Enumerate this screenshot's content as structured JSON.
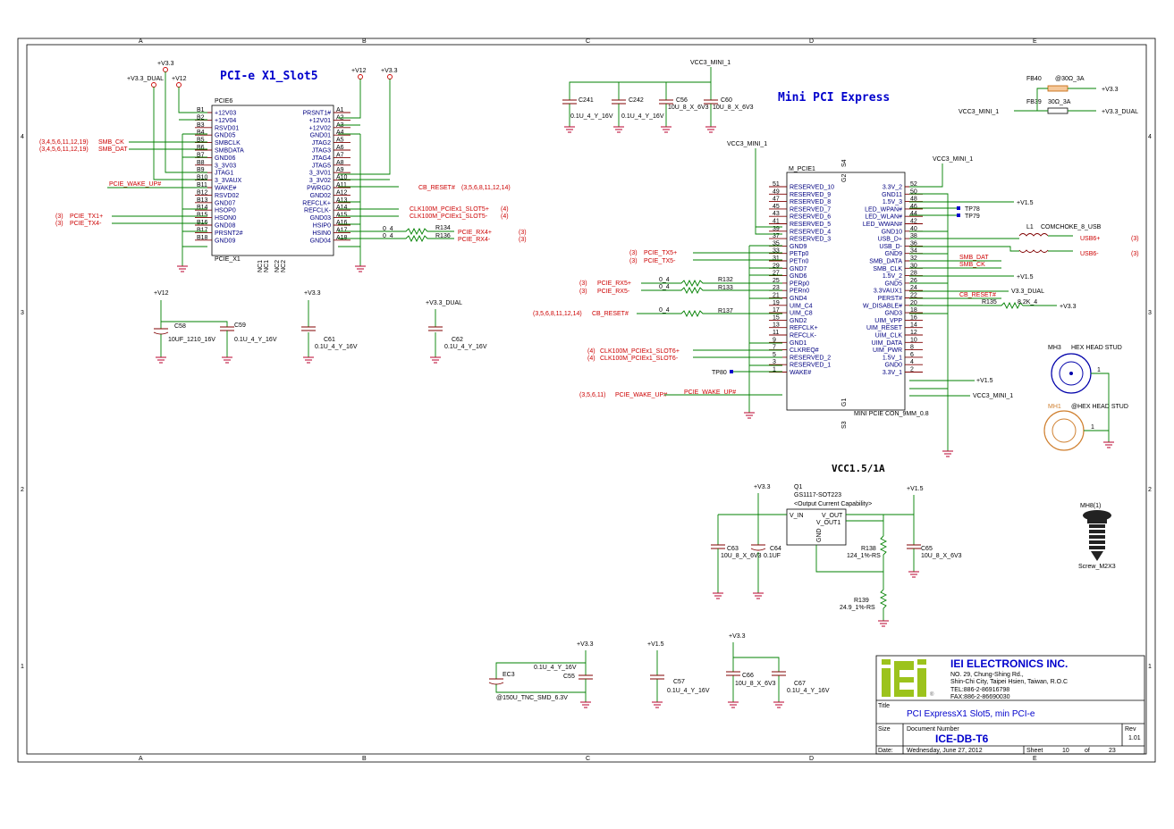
{
  "sections": {
    "pcie_x1_title": "PCI-e X1_Slot5",
    "mini_pcie_title": "Mini PCI Express",
    "vcc_title": "VCC1.5/1A"
  },
  "grid": {
    "columns": [
      "A",
      "B",
      "C",
      "D",
      "E"
    ],
    "rows": [
      "4",
      "3",
      "2",
      "1"
    ]
  },
  "power": {
    "v33": "+V3.3",
    "v12": "+V12",
    "v33_dual": "+V3.3_DUAL",
    "v15": "+V1.5",
    "vcc3_mini": "VCC3_MINI_1",
    "v33_dual_net": "V3.3_DUAL",
    "v15_net": "V1.5"
  },
  "pcie_slot": {
    "ref": "PCIE6",
    "part": "PCIE_X1",
    "left_pins": [
      {
        "num": "B1",
        "name": "+12V03"
      },
      {
        "num": "B2",
        "name": "+12V04"
      },
      {
        "num": "B3",
        "name": "RSVD01"
      },
      {
        "num": "B4",
        "name": "GND05"
      },
      {
        "num": "B5",
        "name": "SMBCLK"
      },
      {
        "num": "B6",
        "name": "SMBDATA"
      },
      {
        "num": "B7",
        "name": "GND06"
      },
      {
        "num": "B8",
        "name": "3_3V03"
      },
      {
        "num": "B9",
        "name": "JTAG1"
      },
      {
        "num": "B10",
        "name": "3_3VAUX"
      },
      {
        "num": "B11",
        "name": "WAKE#"
      },
      {
        "num": "B12",
        "name": "RSVD02"
      },
      {
        "num": "B13",
        "name": "GND07"
      },
      {
        "num": "B14",
        "name": "HSOP0"
      },
      {
        "num": "B15",
        "name": "HSON0"
      },
      {
        "num": "B16",
        "name": "GND08"
      },
      {
        "num": "B17",
        "name": "PRSNT2#"
      },
      {
        "num": "B18",
        "name": "GND09"
      }
    ],
    "right_pins": [
      {
        "num": "A1",
        "name": "PRSNT1#"
      },
      {
        "num": "A2",
        "name": "+12V01"
      },
      {
        "num": "A3",
        "name": "+12V02"
      },
      {
        "num": "A4",
        "name": "GND01"
      },
      {
        "num": "A5",
        "name": "JTAG2"
      },
      {
        "num": "A6",
        "name": "JTAG3"
      },
      {
        "num": "A7",
        "name": "JTAG4"
      },
      {
        "num": "A8",
        "name": "JTAG5"
      },
      {
        "num": "A9",
        "name": "3_3V01"
      },
      {
        "num": "A10",
        "name": "3_3V02"
      },
      {
        "num": "A11",
        "name": "PWRGD"
      },
      {
        "num": "A12",
        "name": "GND02"
      },
      {
        "num": "A13",
        "name": "REFCLK+"
      },
      {
        "num": "A14",
        "name": "REFCLK-"
      },
      {
        "num": "A15",
        "name": "GND03"
      },
      {
        "num": "A16",
        "name": "HSIP0"
      },
      {
        "num": "A17",
        "name": "HSIN0"
      },
      {
        "num": "A18",
        "name": "GND04"
      }
    ],
    "nc_pins": [
      "NC1",
      "NC1",
      "NC2",
      "NC2"
    ],
    "nets": {
      "smb_ck": "SMB_CK",
      "smb_dat": "SMB_DAT",
      "smb_refs": "(3,4,5,6,11,12,19)",
      "wake": "PCIE_WAKE_UP#",
      "tx1p": "PCIE_TX1+",
      "tx1n": "PCIE_TX4-",
      "tx_ref": "(3)",
      "cb_reset": "CB_RESET#",
      "cb_reset_refs": "(3,5,6,8,11,12,14)",
      "clk_p": "CLK100M_PCIEx1_SLOT5+",
      "clk_n": "CLK100M_PCIEx1_SLOT5-",
      "clk_ref": "(4)",
      "rx_p": "PCIE_RX4+",
      "rx_n": "PCIE_RX4-",
      "rx_ref": "(3)",
      "r134": "R134",
      "r136": "R136",
      "r_val": "0_4"
    }
  },
  "caps_top_left": [
    {
      "ref": "C58",
      "value": "10UF_1210_16V"
    },
    {
      "ref": "C59",
      "value": "0.1U_4_Y_16V"
    },
    {
      "ref": "C61",
      "value": "0.1U_4_Y_16V"
    },
    {
      "ref": "C62",
      "value": "0.1U_4_Y_16V"
    }
  ],
  "caps_top_mid": [
    {
      "ref": "C241",
      "value": "0.1U_4_Y_16V"
    },
    {
      "ref": "C242",
      "value": "0.1U_4_Y_16V"
    },
    {
      "ref": "C56",
      "value": "10U_8_X_6V3"
    },
    {
      "ref": "C60",
      "value": "10U_8_X_6V3"
    }
  ],
  "ferrite": {
    "fb40": "FB40",
    "fb39": "FB39",
    "fb_val1": "@30Ω_3A",
    "fb_val2": "30Ω_3A",
    "out1": "+V3.3",
    "out2": "+V3.3_DUAL",
    "in": "VCC3_MINI_1"
  },
  "mini_pcie": {
    "ref": "M_PCIE1",
    "part": "MINI PCIE CON_9MM_0.8",
    "g_pins": [
      "G2",
      "G1",
      "S4",
      "S3"
    ],
    "left_pins": [
      {
        "num": "51",
        "name": "RESERVED_10"
      },
      {
        "num": "49",
        "name": "RESERVED_9"
      },
      {
        "num": "47",
        "name": "RESERVED_8"
      },
      {
        "num": "45",
        "name": "RESERVED_7"
      },
      {
        "num": "43",
        "name": "RESERVED_6"
      },
      {
        "num": "41",
        "name": "RESERVED_5"
      },
      {
        "num": "39",
        "name": "RESERVED_4"
      },
      {
        "num": "37",
        "name": "RESERVED_3"
      },
      {
        "num": "35",
        "name": "GND9"
      },
      {
        "num": "33",
        "name": "PETp0"
      },
      {
        "num": "31",
        "name": "PETn0"
      },
      {
        "num": "29",
        "name": "GND7"
      },
      {
        "num": "27",
        "name": "GND6"
      },
      {
        "num": "25",
        "name": "PERp0"
      },
      {
        "num": "23",
        "name": "PERn0"
      },
      {
        "num": "21",
        "name": "GND4"
      },
      {
        "num": "19",
        "name": "UIM_C4"
      },
      {
        "num": "17",
        "name": "UIM_C8"
      },
      {
        "num": "15",
        "name": "GND2"
      },
      {
        "num": "13",
        "name": "REFCLK+"
      },
      {
        "num": "11",
        "name": "REFCLK-"
      },
      {
        "num": "9",
        "name": "GND1"
      },
      {
        "num": "7",
        "name": "CLKREQ#"
      },
      {
        "num": "5",
        "name": "RESERVED_2"
      },
      {
        "num": "3",
        "name": "RESERVED_1"
      },
      {
        "num": "1",
        "name": "WAKE#"
      }
    ],
    "right_pins": [
      {
        "num": "52",
        "name": "3.3V_2"
      },
      {
        "num": "50",
        "name": "GND11"
      },
      {
        "num": "48",
        "name": "1.5V_3"
      },
      {
        "num": "46",
        "name": "LED_WPAN#"
      },
      {
        "num": "44",
        "name": "LED_WLAN#"
      },
      {
        "num": "42",
        "name": "LED_WWAN#"
      },
      {
        "num": "40",
        "name": "GND10"
      },
      {
        "num": "38",
        "name": "USB_D+"
      },
      {
        "num": "36",
        "name": "USB_D-"
      },
      {
        "num": "34",
        "name": "GND9"
      },
      {
        "num": "32",
        "name": "SMB_DATA"
      },
      {
        "num": "30",
        "name": "SMB_CLK"
      },
      {
        "num": "28",
        "name": "1.5V_2"
      },
      {
        "num": "26",
        "name": "GND5"
      },
      {
        "num": "24",
        "name": "3.3VAUX1"
      },
      {
        "num": "22",
        "name": "PERST#"
      },
      {
        "num": "20",
        "name": "W_DISABLE#"
      },
      {
        "num": "18",
        "name": "GND3"
      },
      {
        "num": "16",
        "name": "UIM_VPP"
      },
      {
        "num": "14",
        "name": "UIM_RESET"
      },
      {
        "num": "12",
        "name": "UIM_CLK"
      },
      {
        "num": "10",
        "name": "UIM_DATA"
      },
      {
        "num": "8",
        "name": "UIM_PWR"
      },
      {
        "num": "6",
        "name": "1.5V_1"
      },
      {
        "num": "4",
        "name": "GND0"
      },
      {
        "num": "2",
        "name": "3.3V_1"
      }
    ],
    "nets": {
      "tx5p": "PCIE_TX5+",
      "tx5n": "PCIE_TX5-",
      "rx5p": "PCIE_RX5+",
      "rx5n": "PCIE_RX5-",
      "ref3": "(3)",
      "ref4": "(4)",
      "cb_reset": "CB_RESET#",
      "cb_refs": "(3,5,6,8,11,12,14)",
      "clk_p": "CLK100M_PCIEx1_SLOT6+",
      "clk_n": "CLK100M_PCIEx1_SLOT6-",
      "wake": "PCIE_WAKE_UP#",
      "wake_refs": "(3,5,6,11)",
      "r132": "R132",
      "r133": "R133",
      "r137": "R137",
      "r135": "R135",
      "r135_val": "8.2K_4",
      "r_val": "0_4",
      "tp78": "TP78",
      "tp79": "TP79",
      "tp80": "TP80",
      "smb_dat": "SMB_DAT",
      "smb_ck": "SMB_CK",
      "cb_reset_r": "CB_RESET#",
      "usb_p": "USB6+",
      "usb_n": "USB6-",
      "usb_ref": "(3)",
      "choke": "L1",
      "choke_part": "COMCHOKE_8_USB"
    }
  },
  "mounting": {
    "mh3": "MH3",
    "mh3_label": "HEX HEAD STUD",
    "mh1": "MH1",
    "mh1_label": "@HEX HEAD STUD",
    "mh8": "MH8(1)",
    "screw": "Screw_M2X3"
  },
  "regulator": {
    "ref": "Q1",
    "part": "GS1117-SOT223",
    "note": "<Output Current Capability>",
    "vin": "V_IN",
    "vout": "V_OUT",
    "vout1": "V_OUT1",
    "gnd": "GND",
    "caps": [
      {
        "ref": "C63",
        "value": "10U_8_X_6V3"
      },
      {
        "ref": "C64",
        "value": "0.1UF"
      },
      {
        "ref": "C65",
        "value": "10U_8_X_6V3"
      }
    ],
    "r138": "R138",
    "r138_val": "124_1%-RS",
    "r139": "R139",
    "r139_val": "24.9_1%-RS"
  },
  "caps_bottom": [
    {
      "ref": "EC3",
      "value": "@150U_TNC_SMD_6.3V"
    },
    {
      "ref": "C55",
      "value": "0.1U_4_Y_16V"
    },
    {
      "ref": "C57",
      "value": "0.1U_4_Y_16V"
    },
    {
      "ref": "C66",
      "value": "10U_8_X_6V3"
    },
    {
      "ref": "C67",
      "value": "0.1U_4_Y_16V"
    }
  ],
  "title_block": {
    "logo": "iEi",
    "company": "IEI ELECTRONICS INC.",
    "address1": "NO. 29, Chung-Shing Rd.,",
    "address2": "Shin-Chi City, Taipei Hsien, Taiwan, R.O.C",
    "tel": "TEL:886-2-86916798",
    "fax": "FAX:886-2-86690030",
    "title_label": "Title",
    "title": "PCI ExpressX1 Slot5, min PCI-e",
    "size_label": "Size",
    "docnum_label": "Document Number",
    "docnum": "ICE-DB-T6",
    "rev_label": "Rev",
    "rev": "1.01",
    "date_label": "Date:",
    "date": "Wednesday, June 27, 2012",
    "sheet_label": "Sheet",
    "sheet": "10",
    "of_label": "of",
    "total": "23"
  }
}
